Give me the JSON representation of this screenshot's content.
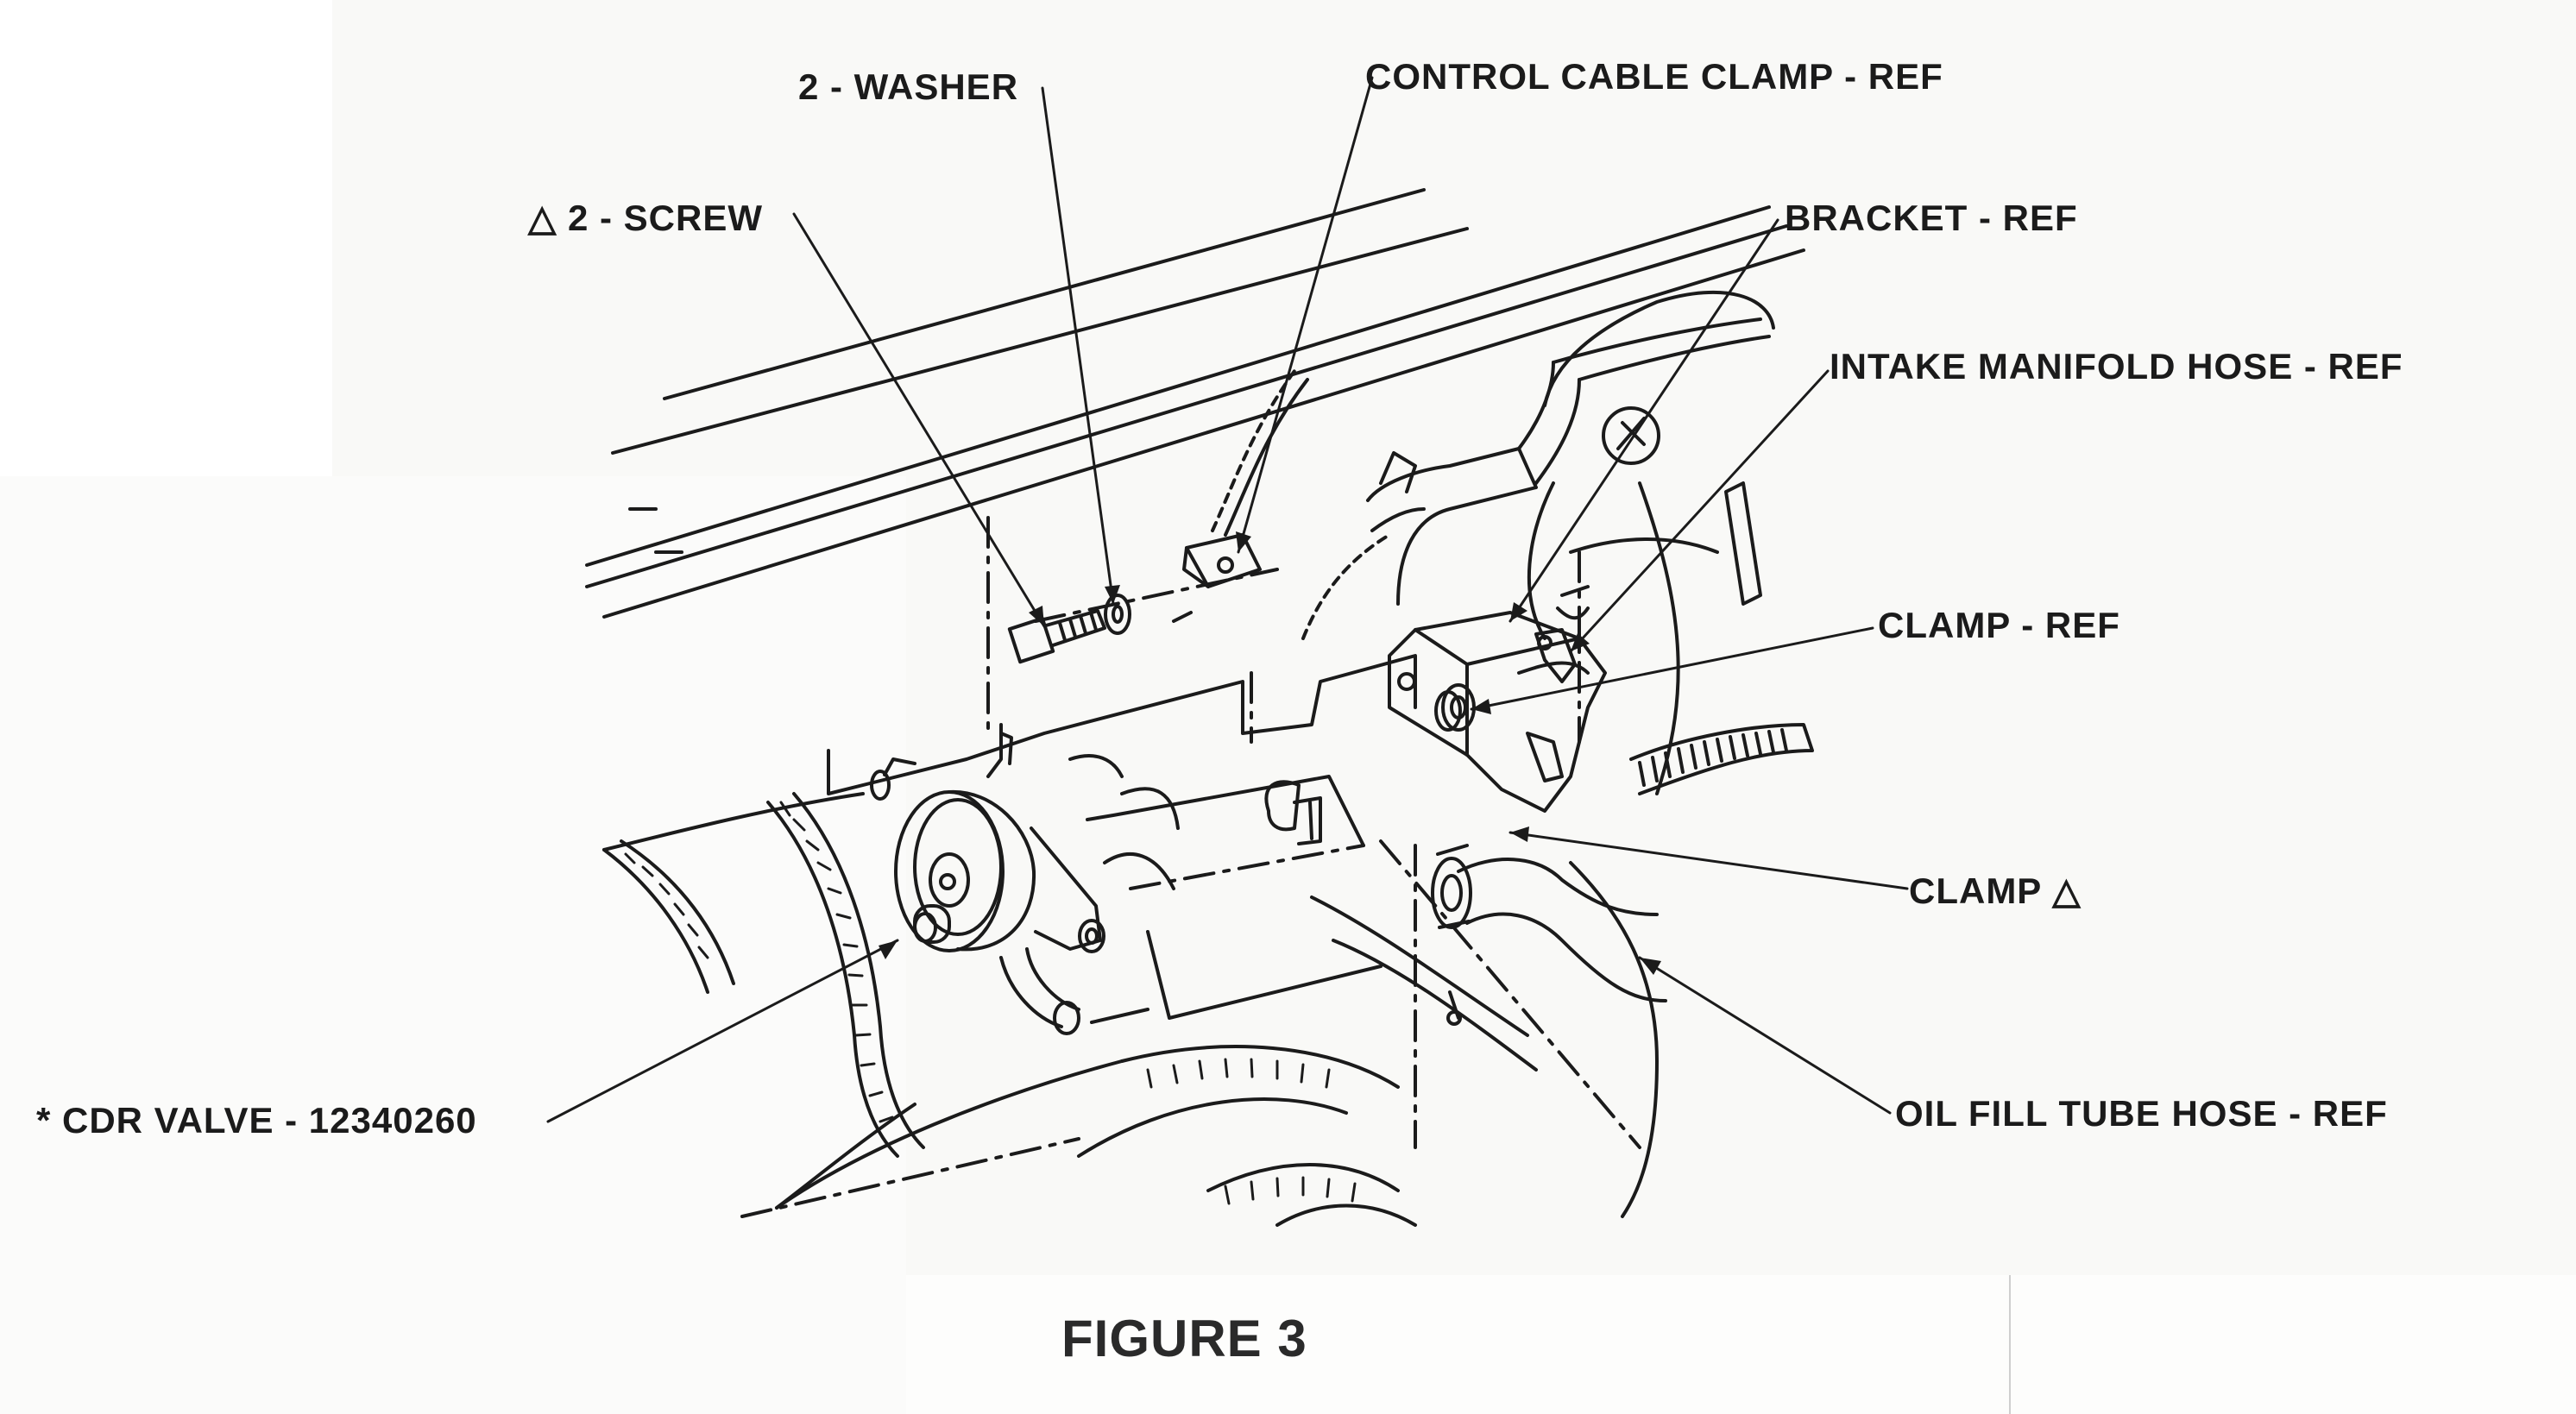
{
  "labels": {
    "washer": "2 - WASHER",
    "control_cable_clamp": "CONTROL CABLE CLAMP - REF",
    "screw": "△ 2 - SCREW",
    "bracket": "BRACKET - REF",
    "intake_manifold_hose": "INTAKE MANIFOLD HOSE - REF",
    "clamp_ref": "CLAMP - REF",
    "clamp_delta": "CLAMP △",
    "cdr_valve": "* CDR VALVE - 12340260",
    "oil_fill_tube_hose": "OIL FILL TUBE HOSE - REF"
  },
  "figure_caption": "FIGURE 3"
}
